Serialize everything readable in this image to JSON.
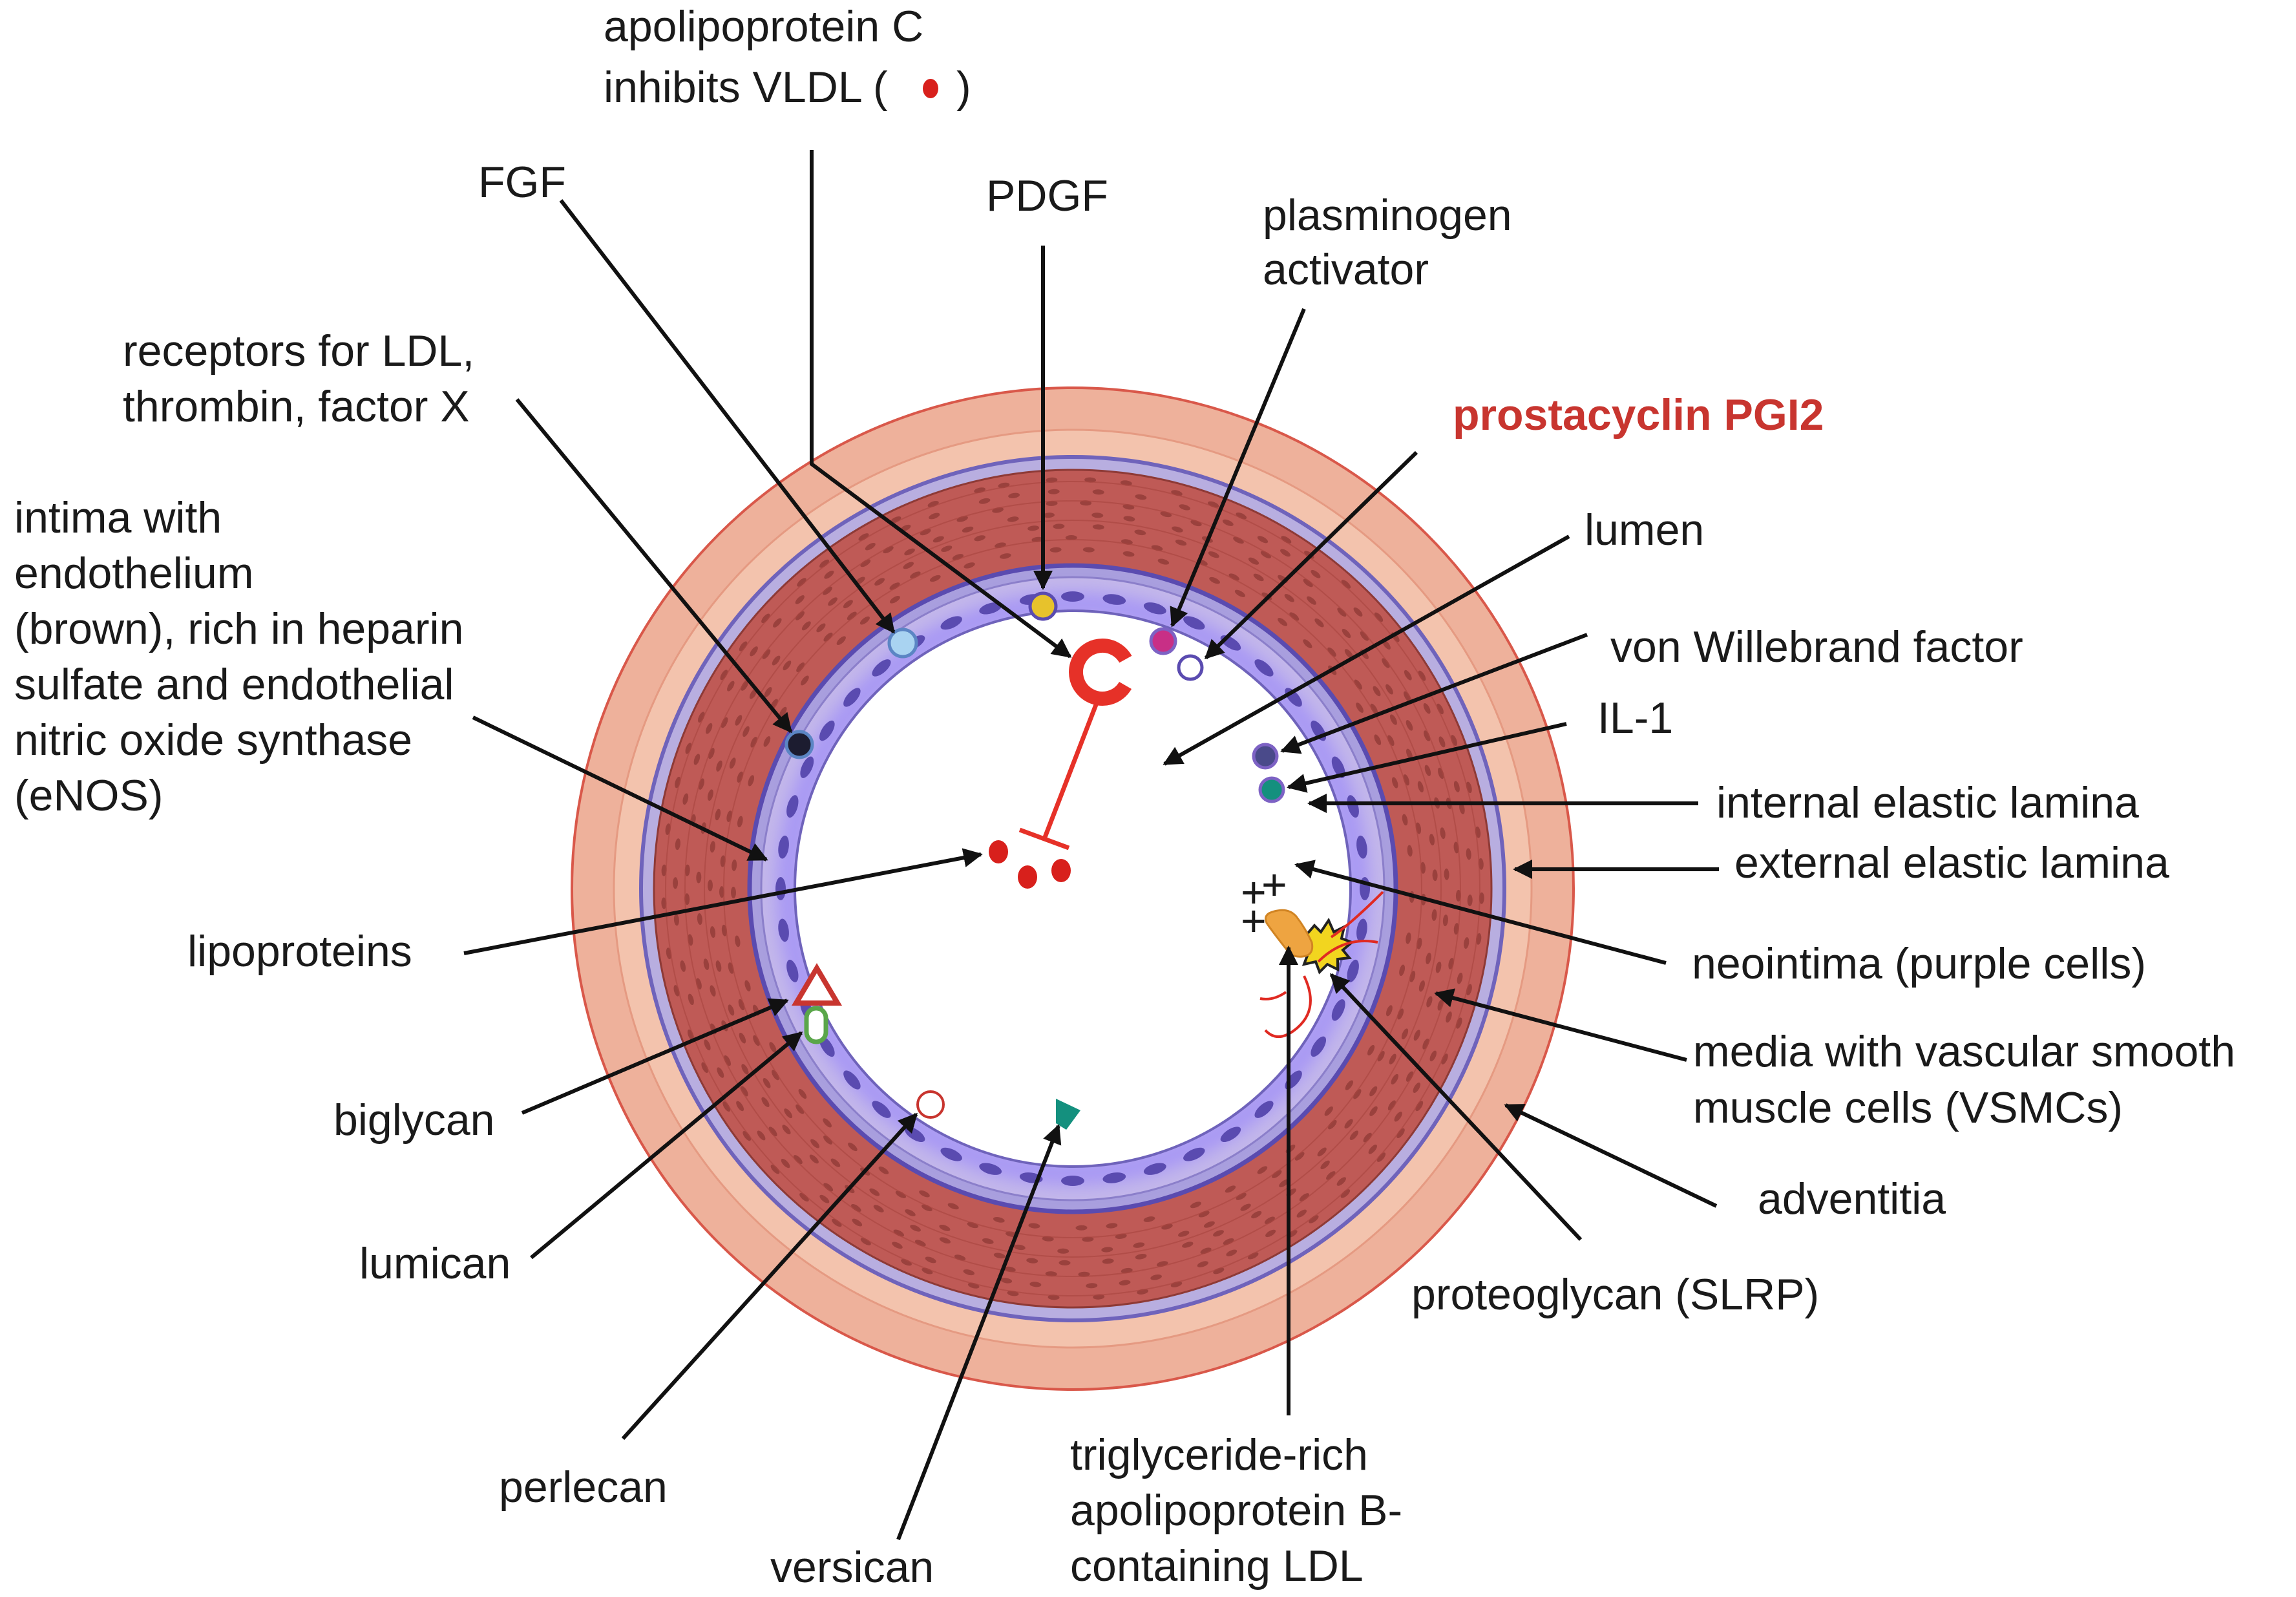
{
  "colors": {
    "adventitia": "#eeb19b",
    "adventitia_edge": "#d9584a",
    "media": "#bf5a56",
    "media_dark": "#8e3a36",
    "elastic_lamina": "#8b7fc9",
    "neointima": "#c4b8ea",
    "endothelium_cell": "#5a4bb0",
    "highlight": "#c8352f",
    "pointer": "#111111"
  },
  "labels": {
    "apoc": [
      "apolipoprotein C",
      "inhibits VLDL (",
      ")"
    ],
    "fgf": [
      "FGF"
    ],
    "pdgf": [
      "PDGF"
    ],
    "plasminogen": [
      "plasminogen",
      "activator"
    ],
    "receptors": [
      "receptors for LDL,",
      "thrombin, factor X"
    ],
    "prostacyclin": [
      "prostacyclin PGI2"
    ],
    "intima": [
      "intima with",
      "endothelium",
      "(brown), rich in heparin",
      "sulfate and endothelial",
      "nitric oxide synthase",
      " (eNOS)"
    ],
    "lumen": [
      "lumen"
    ],
    "vwf": [
      "von Willebrand factor"
    ],
    "il1": [
      "IL-1"
    ],
    "iel": [
      "internal elastic lamina"
    ],
    "eel": [
      "external elastic lamina"
    ],
    "lipoproteins": [
      "lipoproteins"
    ],
    "neointima": [
      "neointima (purple cells)"
    ],
    "media": [
      "media with vascular smooth",
      "muscle cells (VSMCs)"
    ],
    "biglycan": [
      "biglycan"
    ],
    "adventitia": [
      "adventitia"
    ],
    "lumican": [
      "lumican"
    ],
    "proteoglycan": [
      "proteoglycan (SLRP)"
    ],
    "perlecan": [
      "perlecan"
    ],
    "trig": [
      "triglyceride-rich",
      "apolipoprotein B-",
      "containing LDL"
    ],
    "versican": [
      "versican"
    ]
  },
  "charge_symbols": [
    "+",
    "+",
    "+"
  ]
}
